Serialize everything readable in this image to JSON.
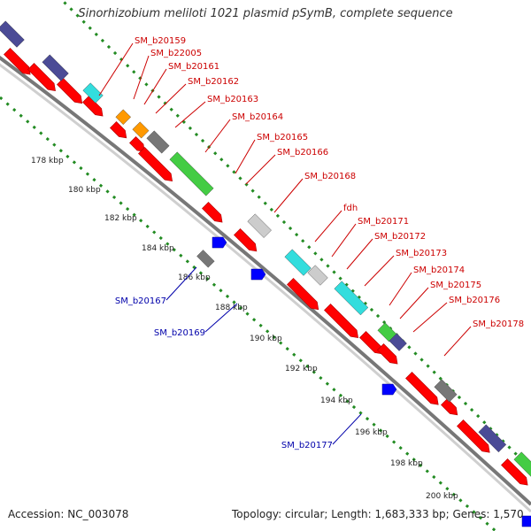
{
  "title": "Sinorhizobium meliloti 1021 plasmid pSymB, complete sequence",
  "footer": {
    "accession": "Accession: NC_003078",
    "summary": "Topology: circular; Length: 1,683,333 bp; Genes: 1,570"
  },
  "colors": {
    "cds_forward": "#ff0000",
    "cds_reverse": "#0000ff",
    "label_forward": "#cc0000",
    "label_reverse": "#0000aa",
    "backbone": "#888888",
    "tick_dots": "#228b22",
    "cog_dark_blue": "#4b4b96",
    "cog_cyan": "#33dddd",
    "cog_green": "#44cc44",
    "cog_orange": "#ff9900",
    "cog_gray": "#777777",
    "cog_light_gray": "#cccccc"
  },
  "scale_ticks": [
    "178 kbp",
    "180 kbp",
    "182 kbp",
    "184 kbp",
    "186 kbp",
    "188 kbp",
    "190 kbp",
    "192 kbp",
    "194 kbp",
    "196 kbp",
    "198 kbp",
    "200 kbp"
  ],
  "forward_gene_labels": [
    "SM_b20159",
    "SM_b22005",
    "SM_b20161",
    "SM_b20162",
    "SM_b20163",
    "SM_b20164",
    "SM_b20165",
    "SM_b20166",
    "SM_b20168",
    "fdh",
    "SM_b20171",
    "SM_b20172",
    "SM_b20173",
    "SM_b20174",
    "SM_b20175",
    "SM_b20176",
    "SM_b20178"
  ],
  "reverse_gene_labels": [
    "SM_b20167",
    "SM_b20169",
    "SM_b20177"
  ]
}
